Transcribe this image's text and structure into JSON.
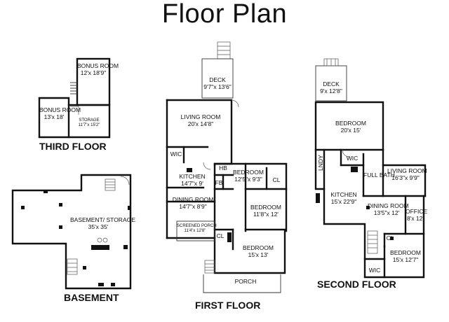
{
  "title": "Floor Plan",
  "floors": {
    "third": {
      "label": "THIRD FLOOR"
    },
    "basement": {
      "label": "BASEMENT"
    },
    "first": {
      "label": "FIRST FLOOR"
    },
    "second": {
      "label": "SECOND FLOOR"
    }
  },
  "rooms": {
    "third_bonus_upper": {
      "name": "BONUS ROOM",
      "dims": "12'x 18'9\""
    },
    "third_bonus_lower": {
      "name": "BONUS ROOM",
      "dims": "13'x 18'"
    },
    "third_storage": {
      "name": "STORAGE",
      "dims": "11'7\"x 15'2\""
    },
    "basement_storage": {
      "name": "BASEMENT/ STORAGE",
      "dims": "35'x 35'"
    },
    "first_deck": {
      "name": "DECK",
      "dims": "9'7\"x 13'6\""
    },
    "first_living": {
      "name": "LIVING ROOM",
      "dims": "20'x 14'8\""
    },
    "first_wic": {
      "name": "WIC",
      "dims": ""
    },
    "first_kitchen": {
      "name": "KITCHEN",
      "dims": "14'7\"x 9'"
    },
    "first_hb": {
      "name": "HB",
      "dims": ""
    },
    "first_fb": {
      "name": "FB",
      "dims": ""
    },
    "first_bedroom1": {
      "name": "BEDROOM",
      "dims": "12'5\"x 9'3\""
    },
    "first_cl1": {
      "name": "CL",
      "dims": ""
    },
    "first_dining": {
      "name": "DINING ROOM",
      "dims": "14'7\"x 8'9\""
    },
    "first_bedroom2": {
      "name": "BEDROOM",
      "dims": "11'8\"x 12'"
    },
    "first_screened": {
      "name": "SCREENED PORCH",
      "dims": "11'4\"x 12'8\""
    },
    "first_cl2": {
      "name": "CL",
      "dims": ""
    },
    "first_bedroom3": {
      "name": "BEDROOM",
      "dims": "15'x 13'"
    },
    "first_porch": {
      "name": "PORCH",
      "dims": ""
    },
    "second_deck": {
      "name": "DECK",
      "dims": "9'x 12'8\""
    },
    "second_bedroom1": {
      "name": "BEDROOM",
      "dims": "20'x 15'"
    },
    "second_lndy": {
      "name": "LNDY",
      "dims": ""
    },
    "second_wic1": {
      "name": "WIC",
      "dims": ""
    },
    "second_fullbath": {
      "name": "FULL BATH",
      "dims": ""
    },
    "second_living": {
      "name": "LIVING ROOM",
      "dims": "16'3\"x 9'9\""
    },
    "second_kitchen": {
      "name": "KITCHEN",
      "dims": "15'x 22'9\""
    },
    "second_dining": {
      "name": "DINING ROOM",
      "dims": "13'5\"x 12'"
    },
    "second_office": {
      "name": "OFFICE",
      "dims": "8'x 12'"
    },
    "second_cl": {
      "name": "CL",
      "dims": ""
    },
    "second_bedroom2": {
      "name": "BEDROOM",
      "dims": "15'x 12'7\""
    },
    "second_wic2": {
      "name": "WIC",
      "dims": ""
    }
  }
}
